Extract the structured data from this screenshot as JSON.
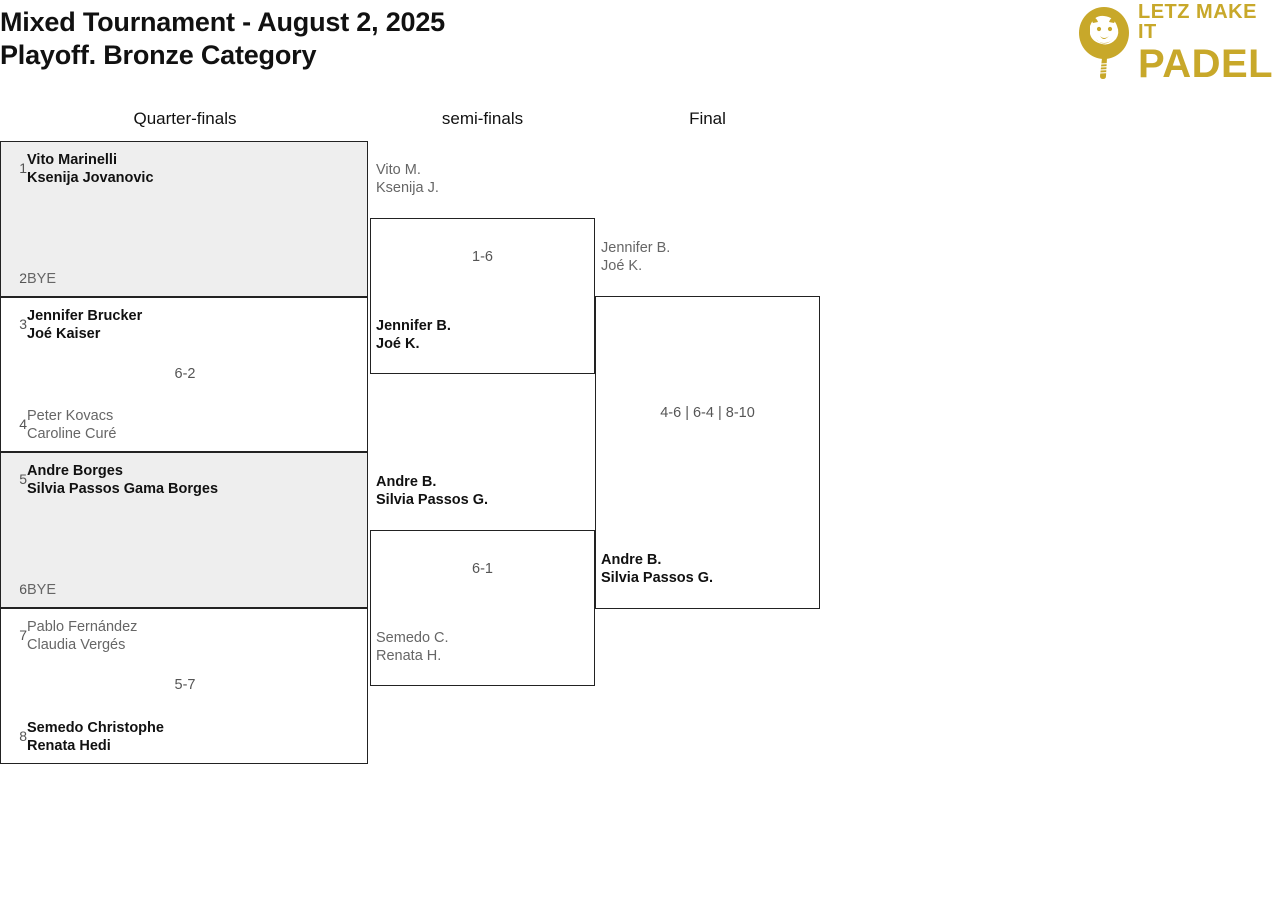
{
  "header": {
    "title_line1": "Mixed Tournament - August 2, 2025",
    "title_line2": "Playoff. Bronze Category"
  },
  "logo": {
    "line1": "LETZ MAKE IT",
    "line2": "PADEL",
    "mark": "padel-racket-lion-icon",
    "color": "#c8a82a"
  },
  "rounds": {
    "quarter_finals_label": "Quarter-finals",
    "semi_finals_label": "semi-finals",
    "final_label": "Final"
  },
  "bracket": {
    "quarter_finals": [
      {
        "score": "",
        "top": {
          "seed": "1",
          "name1": "Vito Marinelli",
          "name2": "Ksenija Jovanovic",
          "state": "winner"
        },
        "bottom": {
          "seed": "2",
          "name1": "BYE",
          "name2": "",
          "state": "bye"
        }
      },
      {
        "score": "6-2",
        "top": {
          "seed": "3",
          "name1": "Jennifer Brucker",
          "name2": "Joé Kaiser",
          "state": "winner"
        },
        "bottom": {
          "seed": "4",
          "name1": "Peter Kovacs",
          "name2": "Caroline Curé",
          "state": "loser"
        }
      },
      {
        "score": "",
        "top": {
          "seed": "5",
          "name1": "Andre Borges",
          "name2": "Silvia Passos Gama Borges",
          "state": "winner"
        },
        "bottom": {
          "seed": "6",
          "name1": "BYE",
          "name2": "",
          "state": "bye"
        }
      },
      {
        "score": "5-7",
        "top": {
          "seed": "7",
          "name1": "Pablo Fernández",
          "name2": "Claudia Vergés",
          "state": "loser"
        },
        "bottom": {
          "seed": "8",
          "name1": "Semedo Christophe",
          "name2": "Renata Hedi",
          "state": "winner"
        }
      }
    ],
    "semi_finals": [
      {
        "score": "1-6",
        "top": {
          "name1": "Vito M.",
          "name2": "Ksenija J.",
          "state": "loser"
        },
        "bottom": {
          "name1": "Jennifer B.",
          "name2": "Joé K.",
          "state": "winner"
        }
      },
      {
        "score": "6-1",
        "top": {
          "name1": "Andre B.",
          "name2": "Silvia Passos G.",
          "state": "winner"
        },
        "bottom": {
          "name1": "Semedo C.",
          "name2": "Renata H.",
          "state": "loser"
        }
      }
    ],
    "final": {
      "score": "4-6 | 6-4 | 8-10",
      "top": {
        "name1": "Jennifer B.",
        "name2": "Joé K.",
        "state": "loser"
      },
      "bottom": {
        "name1": "Andre B.",
        "name2": "Silvia Passos G.",
        "state": "winner"
      }
    }
  }
}
